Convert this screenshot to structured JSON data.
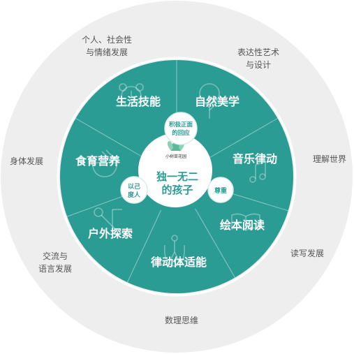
{
  "colors": {
    "outer_ring": "#eeeeee",
    "teal": "#2b9c94",
    "white": "#ffffff",
    "badge_text": "#2b9c94",
    "outer_text": "#555555",
    "logo_green": "#5db79a"
  },
  "outer_domains": [
    {
      "lines": [
        "个人、社会性",
        "与情绪发展"
      ]
    },
    {
      "lines": [
        "表达性艺术",
        "与设计"
      ]
    },
    {
      "lines": [
        "理解世界"
      ]
    },
    {
      "lines": [
        "读写发展"
      ]
    },
    {
      "lines": [
        "数理思维"
      ]
    },
    {
      "lines": [
        "交流与",
        "语言发展"
      ]
    },
    {
      "lines": [
        "身体发展"
      ]
    }
  ],
  "segments": [
    {
      "label": "生活技能",
      "icon": "alarm-clock-icon"
    },
    {
      "label": "自然美学",
      "icon": "tree-icon"
    },
    {
      "label": "音乐律动",
      "icon": "music-notes-icon"
    },
    {
      "label": "绘本阅读",
      "icon": "open-book-icon"
    },
    {
      "label": "律动体适能",
      "icon": "jump-rope-icon"
    },
    {
      "label": "户外探索",
      "icon": "playground-icon"
    },
    {
      "label": "食育营养",
      "icon": "bowl-icon"
    }
  ],
  "center": {
    "title_line1": "独一无二",
    "title_line2": "的孩子",
    "logo_text": "小树苗花园"
  },
  "badges": [
    {
      "lines": [
        "积极正面",
        "的回应"
      ]
    },
    {
      "lines": [
        "以己",
        "度人"
      ]
    },
    {
      "lines": [
        "尊重"
      ]
    }
  ]
}
